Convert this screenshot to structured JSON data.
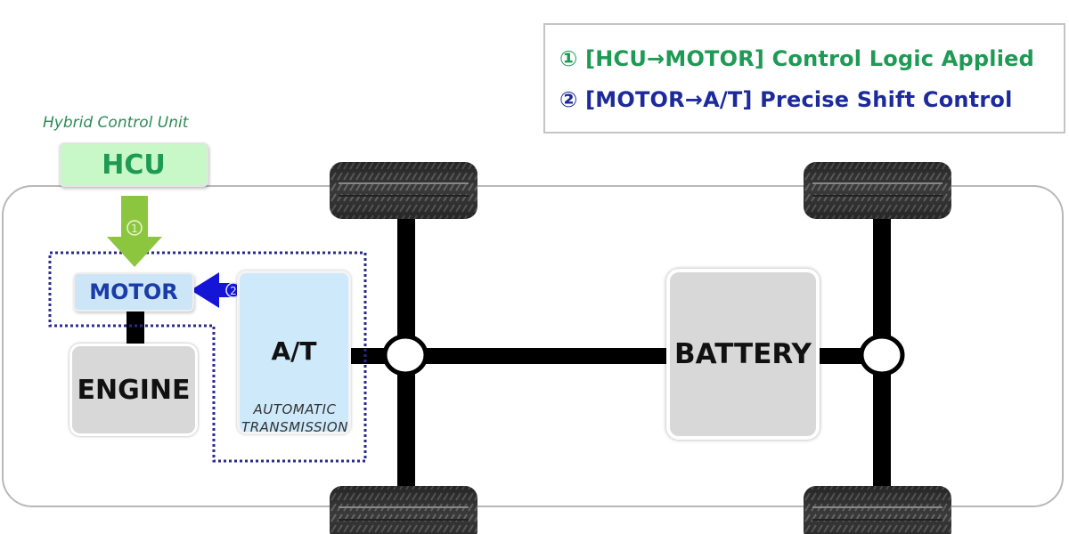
{
  "legend": {
    "items": [
      {
        "marker": "①",
        "text": "[HCU→MOTOR] Control Logic Applied",
        "color": "#1e9a55"
      },
      {
        "marker": "②",
        "text": "[MOTOR→A/T] Precise Shift Control",
        "color": "#1d2a9c"
      }
    ]
  },
  "hcu": {
    "caption": "Hybrid Control Unit",
    "label": "HCU"
  },
  "arrows": {
    "hcu_to_motor_marker": "①",
    "motor_to_at_marker": "②",
    "hcu_arrow_color": "#8cc63f",
    "motor_at_arrow_color": "#1515d6"
  },
  "components": {
    "motor": "MOTOR",
    "engine": "ENGINE",
    "at": "A/T",
    "at_caption_line1": "AUTOMATIC",
    "at_caption_line2": "TRANSMISSION",
    "battery": "BATTERY"
  },
  "wheels": [
    {
      "name": "front-left"
    },
    {
      "name": "rear-left"
    },
    {
      "name": "front-right"
    },
    {
      "name": "rear-right"
    }
  ]
}
